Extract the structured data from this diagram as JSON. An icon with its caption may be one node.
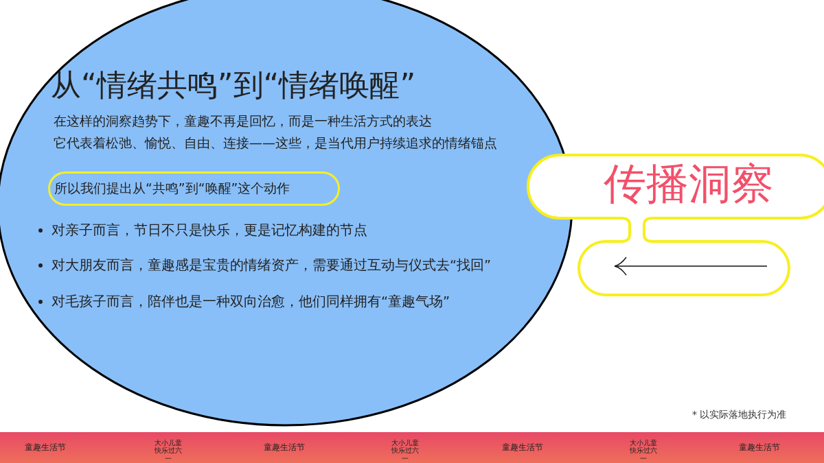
{
  "diagram": {
    "nodes": [
      {
        "text": [
          "从“情绪共鸣”到“情绪唤醒”",
          "在这样的洞察趋势下，童趣不再是回忆，而是一种生活方式的表达",
          "它代表着松弛、愉悦、自由、连接——这些，是当代用户持续追求的情绪锚点",
          "对亲子而言，节日不只是快乐，更是记忆构建的节点",
          "对大朋友而言，童趣感是宝贵的情绪资产，需要通过互动与仪式去“找回”",
          "对毛孩子而言，陪伴也是一种双向治愈，他们同样拥有“童趣气场”"
        ]
      },
      {
        "text": [
          "所以我们提出从“共鸣”到“唤醒”这个动作"
        ],
        "in": 0
      },
      {
        "text": [
          "传播洞察"
        ]
      }
    ],
    "labels": [
      "* 以实际落地执行为准",
      "童趣生活节",
      "大小儿童快乐过六一",
      "童趣生活节",
      "大小儿童快乐过六一",
      "童趣生活节",
      "大小儿童快乐过六一",
      "童趣生活节"
    ]
  }
}
